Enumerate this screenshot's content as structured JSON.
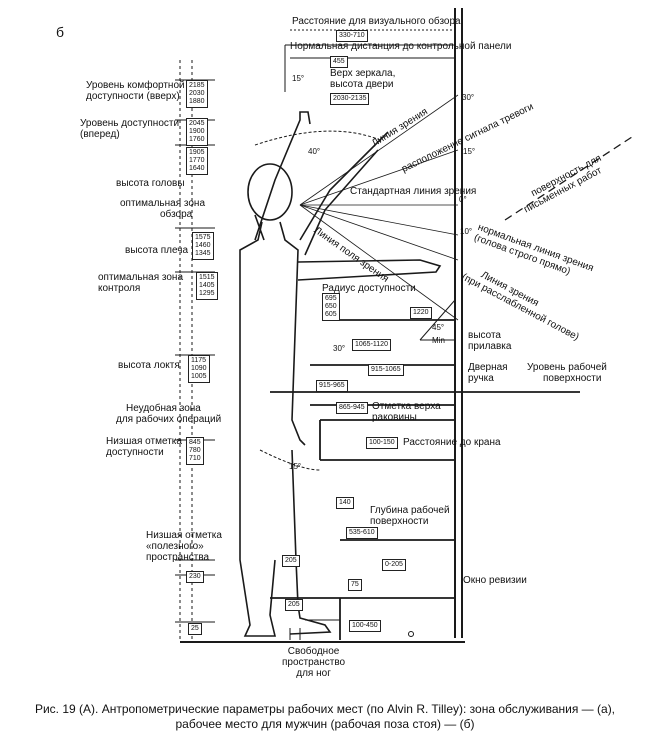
{
  "corner_letter": "б",
  "caption": {
    "line1": "Рис. 19 (А). Антропометрические параметры рабочих мест (по Alvin R. Tilley): зона обслуживания — (а),",
    "line2": "рабочее место для мужчин (рабочая поза стоя) — (б)"
  },
  "left_labels": {
    "reach_up_1": "Уровень комфортной",
    "reach_up_2": "доступности (вверх)",
    "reach_fwd_1": "Уровень доступности",
    "reach_fwd_2": "(вперед)",
    "head": "высота головы",
    "view_1": "оптимальная зона",
    "view_2": "обзора",
    "shoulder": "высота плеча",
    "control_1": "оптимальная зона",
    "control_2": "контроля",
    "elbow": "высота локтя",
    "awkward_1": "Неудобная зона",
    "awkward_2": "для рабочих операций",
    "low_reach_1": "Низшая отметка",
    "low_reach_2": "доступности",
    "useful_1": "Низшая отметка",
    "useful_2": "«полезного»",
    "useful_3": "пространства",
    "foot_1": "Свободное",
    "foot_2": "пространство",
    "foot_3": "для ног"
  },
  "right_labels": {
    "visual_review": "Расстояние для визуального обзора",
    "normal_distance": "Нормальная дистанция до контрольной панели",
    "mirror_1": "Верх зеркала,",
    "mirror_2": "высота двери",
    "sight_line": "Линия зрения",
    "alarm": "расположение сигнала тревоги",
    "standard_sight": "Стандартная линия зрения",
    "writing_1": "поверхность  для",
    "writing_2": "письменных  работ",
    "normal_sight_1": "нормальная линия зрения",
    "normal_sight_2": "(голова строго прямо)",
    "field_of_view": "Линия поля зрения",
    "relaxed_1": "Линия зрения",
    "relaxed_2": "(при расслабленной голове)",
    "reach_radius": "Радиус доступности",
    "counter_1": "высота",
    "counter_2": "прилавка",
    "door_1": "Дверная",
    "door_2": "ручка",
    "work_1": "Уровень рабочей",
    "work_2": "поверхности",
    "sink_1": "Отметка верха",
    "sink_2": "раковины",
    "tap": "Расстояние до крана",
    "depth_1": "Глубина рабочей",
    "depth_2": "поверхности",
    "inspection": "Окно ревизии"
  },
  "dims": {
    "visual": "330-710",
    "normal": "455",
    "mirror": "2030-2135",
    "comfort_up": "2185\n2030\n1880",
    "reach_fwd": "2045\n1900\n1760",
    "head": "1905\n1770\n1640",
    "shoulder": "1575\n1460\n1345",
    "control": "1515\n1405\n1295",
    "radius": "695\n650\n605",
    "r1220": "1220",
    "elbow": "1175\n1090\n1005",
    "counter": "1065-1120",
    "door": "915-1065",
    "work": "915-965",
    "sink": "865-945",
    "tap": "100-150",
    "low_reach": "845\n780\n710",
    "d140": "140",
    "depth": "535-610",
    "d205a": "205",
    "d0205": "0-205",
    "d230": "230",
    "d75": "75",
    "d205b": "205",
    "d25": "25",
    "d100450": "100-450"
  },
  "angles": {
    "a15_top": "15°",
    "a30_right": "30°",
    "a15_right": "15°",
    "a40": "40°",
    "a0": "0°",
    "a10": "10°",
    "a45": "45°",
    "amin": "Min",
    "a30_left": "30°",
    "a15_low": "15°"
  }
}
